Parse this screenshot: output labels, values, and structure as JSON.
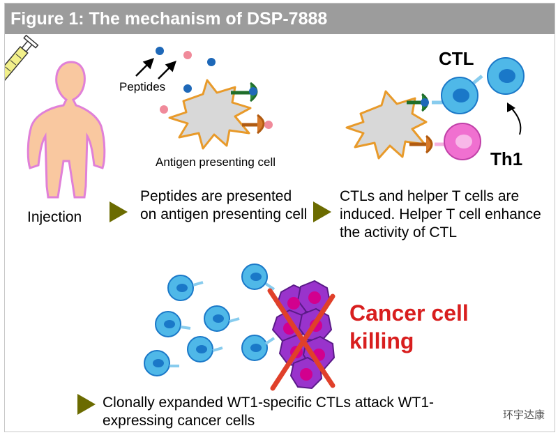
{
  "title": "Figure 1: The mechanism of DSP-7888",
  "labels": {
    "peptides": "Peptides",
    "antigen_presenting_cell": "Antigen presenting cell",
    "ctl": "CTL",
    "th1": "Th1",
    "injection": "Injection",
    "step2_text": "Peptides are presented on antigen presenting cell",
    "step3_text": "CTLs and helper T cells are induced. Helper T cell enhance the activity of CTL",
    "cancer_cell_killing": "Cancer cell killing",
    "step4_text": "Clonally expanded WT1-specific CTLs attack WT1-expressing cancer cells"
  },
  "watermark": "环宇达康",
  "colors": {
    "title_bar": "#9c9c9c",
    "person": "#f9c8a0",
    "person_outline": "#e080d8",
    "apc_body": "#d8d8d8",
    "apc_outline": "#e89a2a",
    "ctl_cell": "#4fb8e8",
    "ctl_nucleus": "#1a78c8",
    "th1_cell": "#f070d0",
    "cancer_cell": "#9933cc",
    "cancer_nucleus": "#d2008e",
    "kill_cross": "#e0402a",
    "arrow_marker": "#6b6b00",
    "peptide_blue": "#1e68b8",
    "peptide_pink": "#f08a9a"
  },
  "icons": [
    "syringe-icon",
    "person-silhouette-icon",
    "step-arrow-icon"
  ]
}
